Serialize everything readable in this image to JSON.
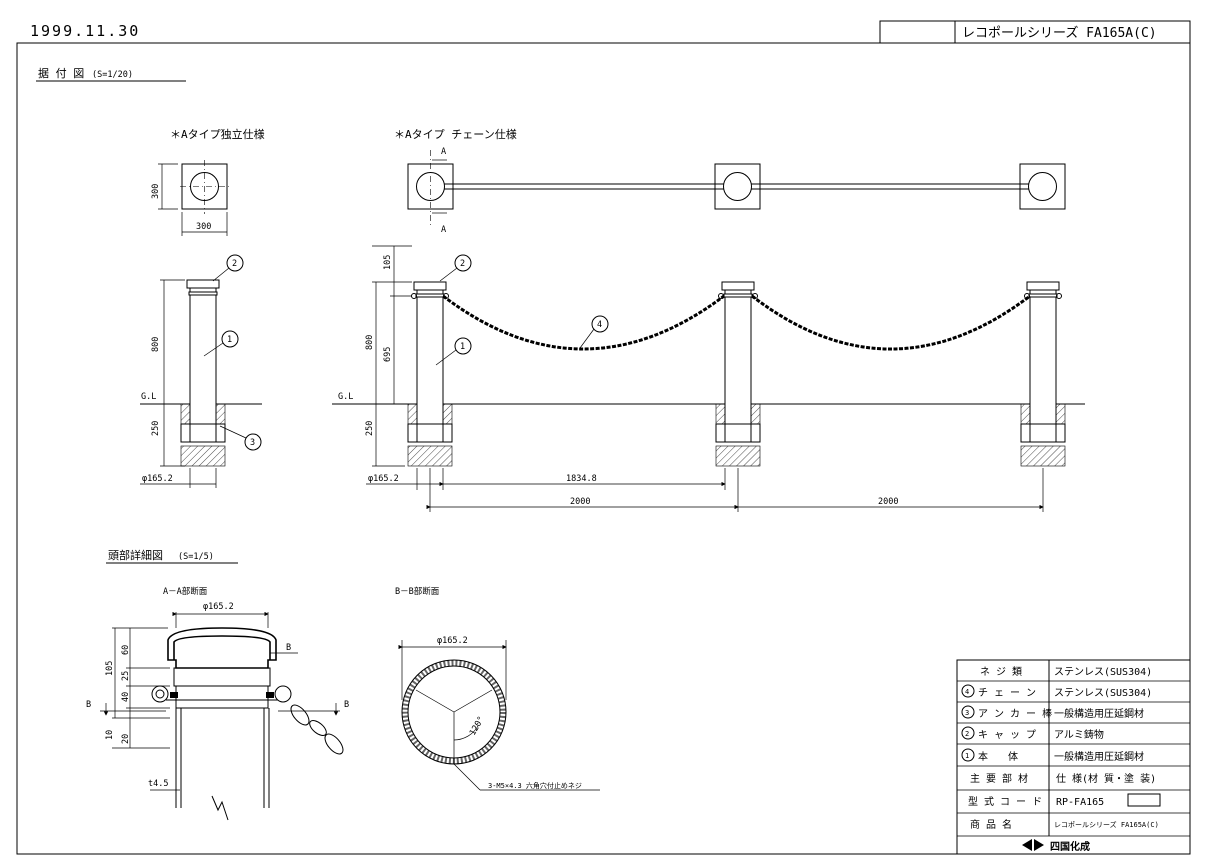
{
  "header": {
    "date": "1999.11.30",
    "series_title": "レコポールシリーズ FA165A(C)"
  },
  "install_section": {
    "title": "据 付 図",
    "scale": "(S=1/20)",
    "type_standalone_label": "＊Aタイプ独立仕様",
    "type_chain_label": "＊Aタイプ チェーン仕様",
    "gl_label": "G.L",
    "section_mark": "A",
    "dims": {
      "plan_w": "300",
      "plan_h": "300",
      "height_total": "800",
      "cap_height": "105",
      "chain_height": "695",
      "embed": "250",
      "dia": "φ165.2",
      "chain_span": "1834.8",
      "pitch1": "2000",
      "pitch2": "2000"
    },
    "callouts": [
      "1",
      "2",
      "3",
      "4"
    ]
  },
  "detail_section": {
    "title": "頭部詳細図",
    "scale": "(S=1/5)",
    "aa_label": "A－A部断面",
    "bb_label": "B－B部断面",
    "b_mark": "B",
    "dims": {
      "dia_aa": "φ165.2",
      "dia_bb": "φ165.2",
      "d105": "105",
      "d60": "60",
      "d25": "25",
      "d40": "40",
      "d10": "10",
      "d20": "20",
      "wall": "t4.5",
      "angle": "120°",
      "screw": "3-M5×4.3 六角穴付止めネジ"
    }
  },
  "parts_table": {
    "rows": [
      {
        "no": "",
        "name": "ネ ジ 類",
        "spec": "ステンレス(SUS304)"
      },
      {
        "no": "4",
        "name": "チ ェ ー ン",
        "spec": "ステンレス(SUS304)"
      },
      {
        "no": "3",
        "name": "ア ン カ ー 棒",
        "spec": "一般構造用圧延鋼材"
      },
      {
        "no": "2",
        "name": "キ ャ ッ プ",
        "spec": "アルミ鋳物"
      },
      {
        "no": "1",
        "name": "本　　体",
        "spec": "一般構造用圧延鋼材"
      }
    ],
    "header_name": "主 要 部 材",
    "header_spec": "仕 様(材 質・塗 装)",
    "code_label": "型 式 コ ー ド",
    "code_value": "RP-FA165",
    "product_label": "商 品 名",
    "product_value": "レコポールシリーズ FA165A(C)",
    "maker": "四国化成"
  }
}
